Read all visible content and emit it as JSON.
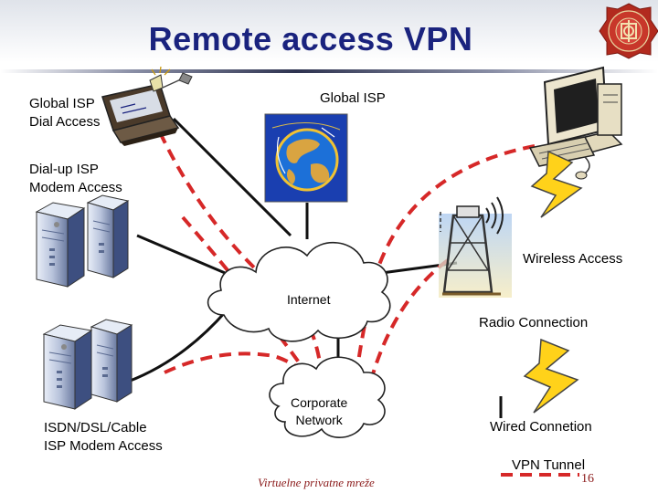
{
  "title": "Remote access VPN",
  "labels": {
    "global_isp_dial_access": [
      "Global ISP",
      "Dial Access"
    ],
    "global_isp": "Global ISP",
    "dialup_isp": [
      "Dial-up ISP",
      "Modem Access"
    ],
    "wireless_access": "Wireless Access",
    "internet": "Internet",
    "radio_connection": "Radio Connection",
    "corporate_network": [
      "Corporate",
      "Network"
    ],
    "isdn": [
      "ISDN/DSL/Cable",
      "ISP Modem Access"
    ],
    "wired_connection": "Wired Connetion",
    "vpn_tunnel": "VPN Tunnel"
  },
  "footer": {
    "text": "Virtuelne privatne mreže",
    "page_number": "16"
  },
  "colors": {
    "title": "#1a237e",
    "vpn_tunnel": "#d62828",
    "wired": "#111111",
    "lightning": "#ffd21a",
    "footer": "#8b1a1a"
  },
  "icons": [
    "laptop-icon",
    "globe-icon",
    "desktop-computer-icon",
    "server-tower-icon",
    "radio-tower-icon",
    "lightning-bolt-icon",
    "cloud-icon",
    "university-seal-icon"
  ]
}
